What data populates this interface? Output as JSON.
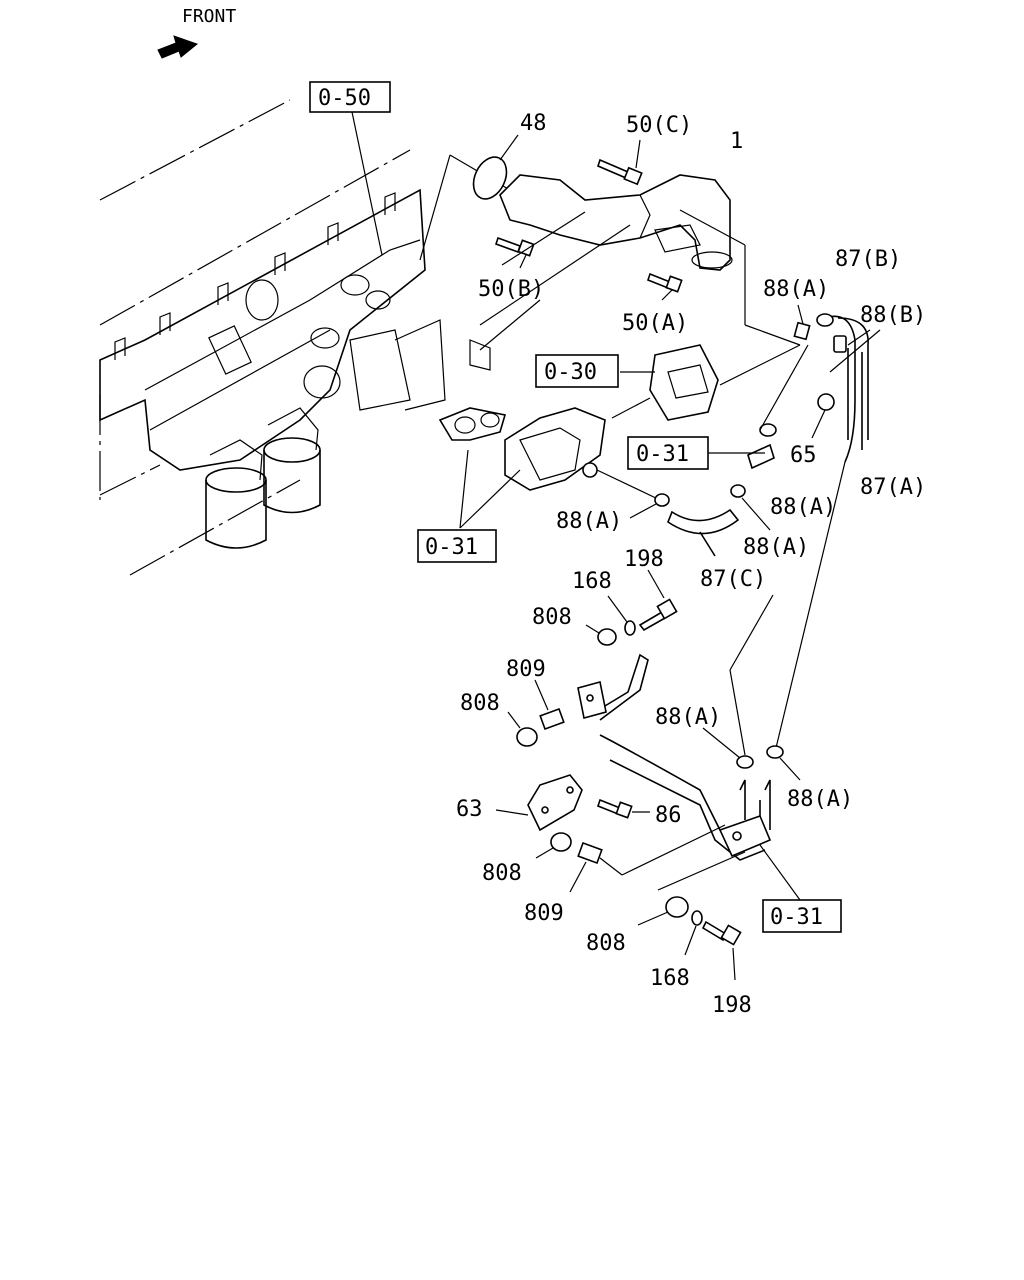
{
  "header": {
    "front_label": "FRONT"
  },
  "refs": {
    "r050": "0-50",
    "r030": "0-30",
    "r031_mid": "0-31",
    "r031_left": "0-31",
    "r031_bottom": "0-31"
  },
  "labels": {
    "p48": "48",
    "p50c": "50(C)",
    "p1": "1",
    "p50b": "50(B)",
    "p50a": "50(A)",
    "p88a_1": "88(A)",
    "p87b": "87(B)",
    "p88b": "88(B)",
    "p65": "65",
    "p88a_2": "88(A)",
    "p87a": "87(A)",
    "p88a_3": "88(A)",
    "p88a_4": "88(A)",
    "p87c": "87(C)",
    "p198_top": "198",
    "p168_top": "168",
    "p808_1": "808",
    "p809_1": "809",
    "p808_2": "808",
    "p88a_5": "88(A)",
    "p88a_6": "88(A)",
    "p63": "63",
    "p86": "86",
    "p808_3": "808",
    "p809_2": "809",
    "p808_4": "808",
    "p168_bot": "168",
    "p198_bot": "198"
  },
  "icons": {
    "front_arrow": "front-arrow-icon"
  }
}
